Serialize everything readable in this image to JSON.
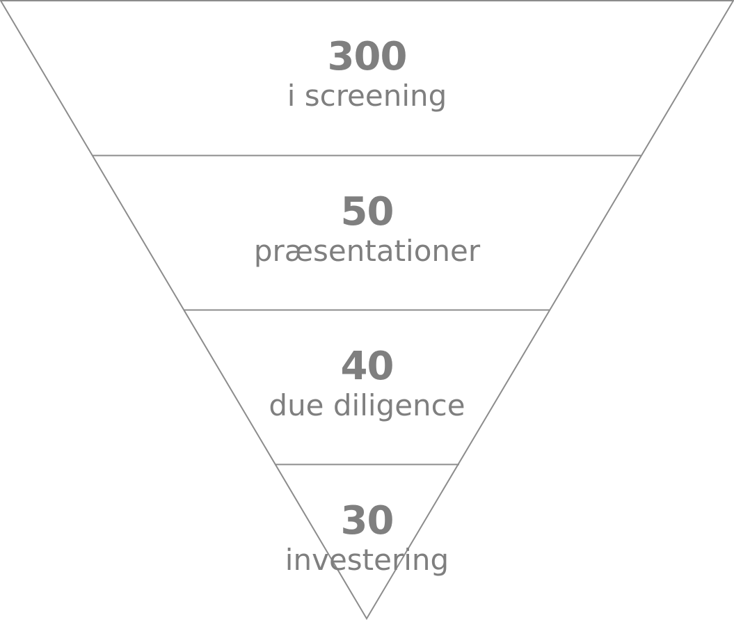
{
  "funnel": {
    "line_color": "#8c8c8c",
    "text_color": "#7f7f7f",
    "stages": [
      {
        "value": "300",
        "label": "i screening"
      },
      {
        "value": "50",
        "label": "præsentationer"
      },
      {
        "value": "40",
        "label": "due diligence"
      },
      {
        "value": "30",
        "label": "investering"
      }
    ]
  }
}
